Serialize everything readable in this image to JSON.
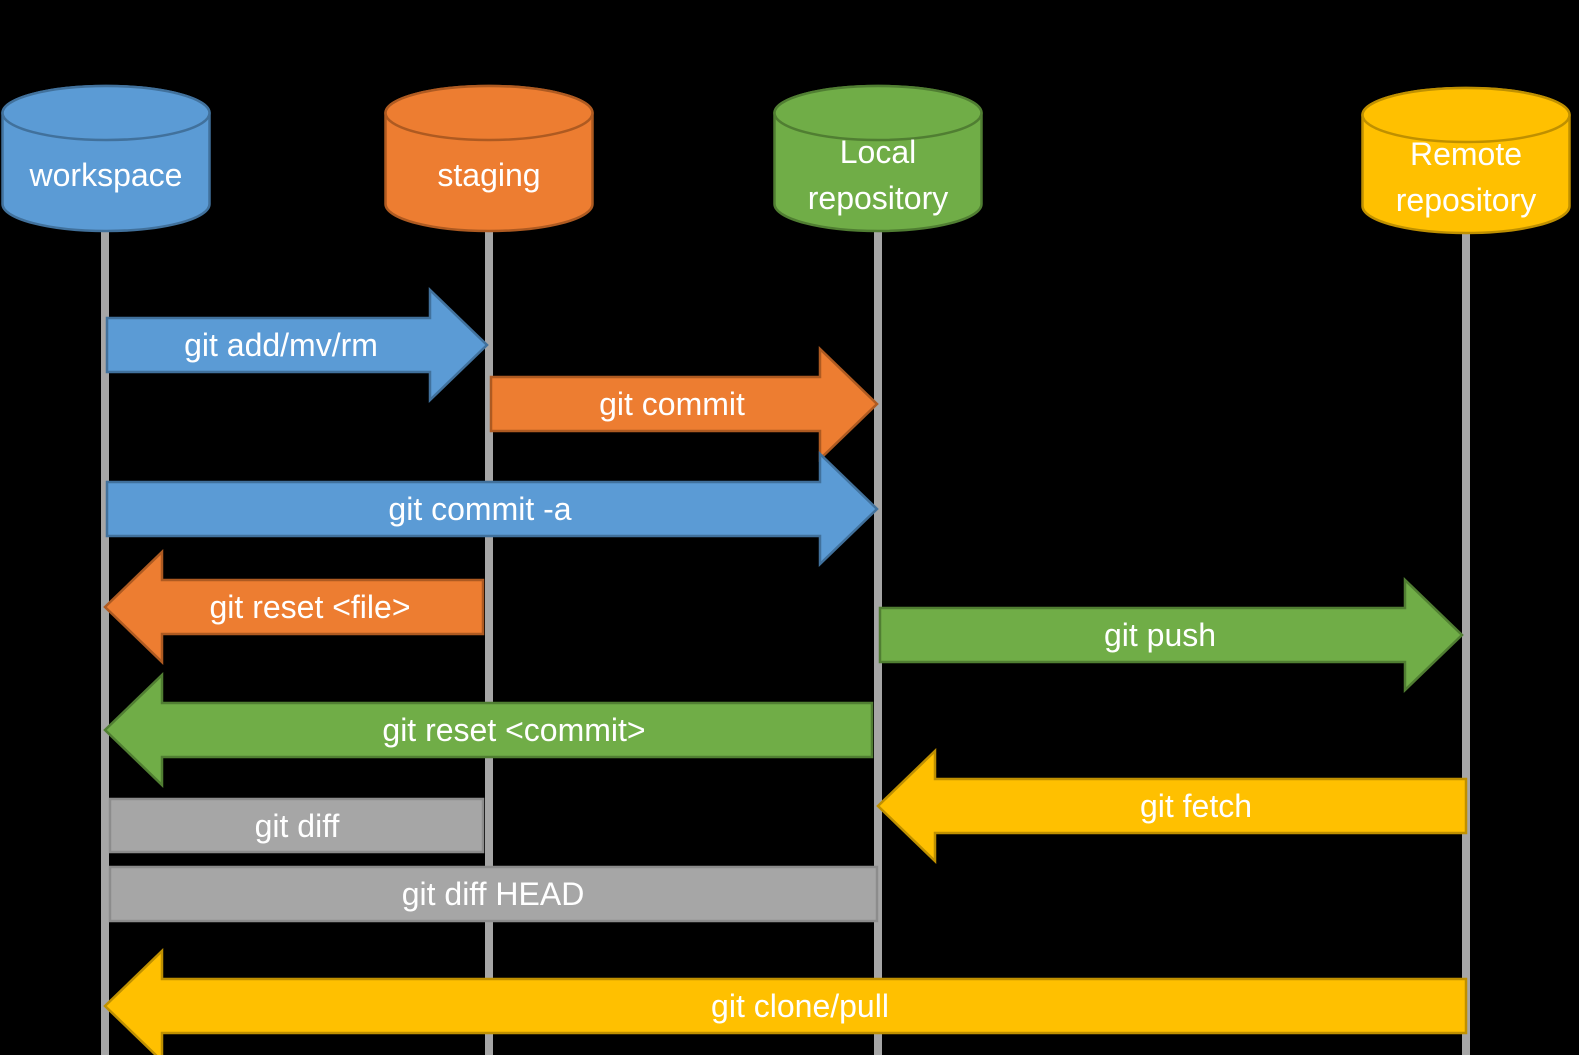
{
  "colors": {
    "background": "#000000",
    "text": "#ffffff",
    "lifeline": "#a6a6a6",
    "blue": {
      "fill": "#5b9bd5",
      "stroke": "#41719c"
    },
    "orange": {
      "fill": "#ed7d31",
      "stroke": "#ae5a21"
    },
    "green": {
      "fill": "#70ad47",
      "stroke": "#507e32"
    },
    "gold": {
      "fill": "#ffc000",
      "stroke": "#bf9000"
    },
    "gray": {
      "fill": "#a6a6a6",
      "stroke": "#8c8c8c"
    }
  },
  "nodes": {
    "workspace": {
      "label": "workspace"
    },
    "staging": {
      "label": "staging"
    },
    "local": {
      "label_line1": "Local",
      "label_line2": "repository"
    },
    "remote": {
      "label_line1": "Remote",
      "label_line2": "repository"
    }
  },
  "commands": {
    "add": {
      "label": "git add/mv/rm",
      "from": "workspace",
      "to": "staging",
      "shape": "right-arrow"
    },
    "commit": {
      "label": "git commit",
      "from": "staging",
      "to": "local repository",
      "shape": "right-arrow"
    },
    "commit_a": {
      "label": "git commit -a",
      "from": "workspace",
      "to": "local repository",
      "shape": "right-arrow"
    },
    "reset_file": {
      "label": "git reset <file>",
      "from": "staging",
      "to": "workspace",
      "shape": "left-arrow"
    },
    "push": {
      "label": "git push",
      "from": "local repository",
      "to": "remote repository",
      "shape": "right-arrow"
    },
    "reset_commit": {
      "label": "git reset <commit>",
      "from": "local repository",
      "to": "workspace",
      "shape": "left-arrow"
    },
    "diff": {
      "label": "git diff",
      "from": "workspace",
      "to": "staging",
      "shape": "bar"
    },
    "fetch": {
      "label": "git fetch",
      "from": "remote repository",
      "to": "local repository",
      "shape": "left-arrow"
    },
    "diff_head": {
      "label": "git diff HEAD",
      "from": "workspace",
      "to": "local repository",
      "shape": "bar"
    },
    "clone_pull": {
      "label": "git clone/pull",
      "from": "remote repository",
      "to": "workspace",
      "shape": "left-arrow"
    }
  }
}
